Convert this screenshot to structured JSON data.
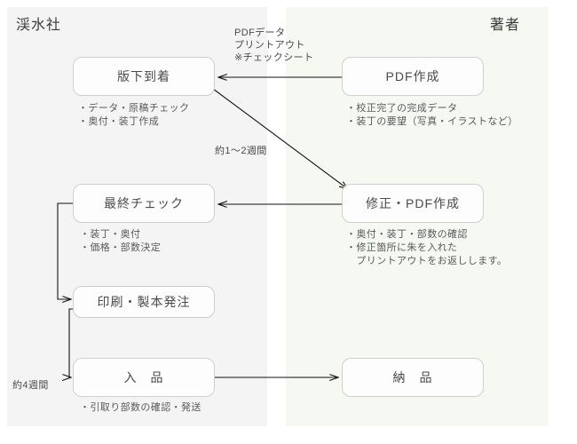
{
  "panels": {
    "left": {
      "title": "渓水社"
    },
    "right": {
      "title": "著者"
    }
  },
  "nodes": {
    "hanshita_tochaku": {
      "label": "版下到着"
    },
    "pdf_sakusei": {
      "label": "PDF作成"
    },
    "saishu_check": {
      "label": "最終チェック"
    },
    "shusei_pdf": {
      "label": "修正・PDF作成"
    },
    "insatsu_seihon": {
      "label": "印刷・製本発注"
    },
    "nyuuhin": {
      "label": "入　品"
    },
    "nouhin": {
      "label": "納　品"
    }
  },
  "notes": {
    "hanshita_tochaku": "・データ・原稿チェック\n・奥付・装丁作成",
    "pdf_sakusei": "・校正完了の完成データ\n・装丁の要望（写真・イラストなど）",
    "saishu_check": "・装丁・奥付\n・価格・部数決定",
    "shusei_pdf": "・奥付・装丁・部数の確認\n・修正箇所に朱を入れた\n　プリントアウトをお返しします。",
    "nyuuhin": "・引取り部数の確認・発送"
  },
  "edge_labels": {
    "pdf_to_hanshita": "PDFデータ\nプリントアウト\n※チェックシート",
    "hanshita_to_shusei": "約1～2週間",
    "insatsu_to_nyuuhin": "約4週間"
  },
  "colors": {
    "panel_left_bg": "#f4f4f5",
    "panel_right_bg": "#f6f8f2",
    "node_border": "#cfcfcf",
    "node_bg": "#fdfdfd",
    "text": "#4a4a4a",
    "connector": "#111111"
  }
}
